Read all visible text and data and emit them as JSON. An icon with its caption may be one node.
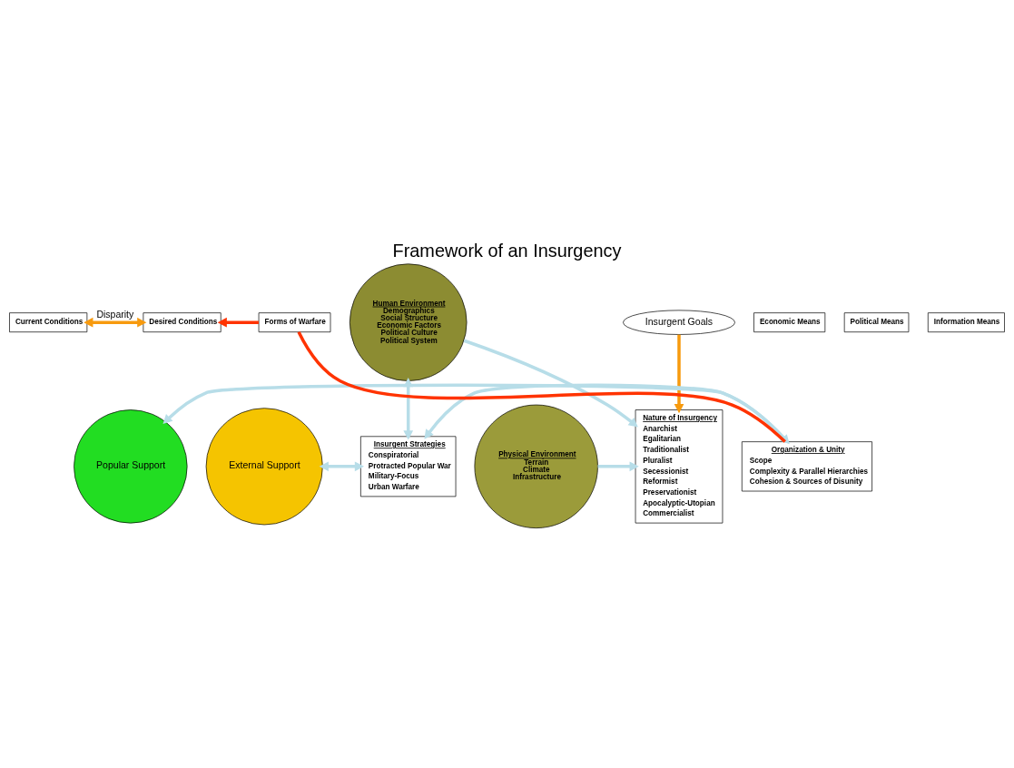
{
  "diagram": {
    "title": "Framework of an Insurgency",
    "nodes": [
      {
        "text": [
          "Current Conditions"
        ]
      },
      {
        "text": [
          "Desired Conditions"
        ]
      },
      {
        "text": [
          "Insurgent Goals"
        ]
      },
      {
        "text": [
          "Physical Environment",
          "Terrain",
          "Climate",
          "Infrastructure"
        ]
      },
      {
        "text": [
          "Human Environment",
          "Demographics",
          "Social Structure",
          "Economic Factors",
          "Political Culture",
          "Political System"
        ]
      },
      {
        "text": [
          "Popular Support"
        ]
      },
      {
        "text": [
          "Nature of Insurgency",
          "Anarchist",
          "Egalitarian",
          "Traditionalist",
          "Pluralist",
          "Secessionist",
          "Reformist",
          "Preservationist",
          "Apocalyptic-Utopian",
          "Commercialist"
        ]
      },
      {
        "text": [
          "Economic Means"
        ]
      },
      {
        "text": [
          "Political Means"
        ]
      },
      {
        "text": [
          "Information Means"
        ]
      },
      {
        "text": [
          "Forms of Warfare"
        ]
      },
      {
        "text": [
          "External Support"
        ]
      },
      {
        "text": [
          "Insurgent Strategies",
          "Conspiratorial",
          "Protracted Popular War",
          "Military-Focus",
          "Urban Warfare"
        ]
      },
      {
        "text": [
          "Organization & Unity",
          "Scope",
          "Complexity & Parallel Hierarchies",
          "Cohesion & Sources of Disunity"
        ]
      }
    ],
    "edges": [
      {
        "from": 0,
        "to": 1,
        "arrow": "both",
        "label": "Disparity",
        "color": "#f79a0e"
      },
      {
        "from": 2,
        "to": 6,
        "arrow": "to",
        "color": "#f79a0e"
      },
      {
        "from": 3,
        "to": 6,
        "arrow": "to"
      },
      {
        "from": 4,
        "to": 6,
        "arrow": "to"
      },
      {
        "from": 4,
        "to": 12,
        "arrow": "both"
      },
      {
        "from": 11,
        "to": 12,
        "arrow": "both"
      },
      {
        "from": 12,
        "to": 13,
        "arrow": "both"
      },
      {
        "from": 13,
        "to": 5,
        "arrow": "to"
      },
      {
        "from": 13,
        "to": 10,
        "arrow": "none",
        "color": "#ff3300"
      },
      {
        "from": 10,
        "to": 1,
        "arrow": "to",
        "color": "#ff3300"
      }
    ]
  }
}
